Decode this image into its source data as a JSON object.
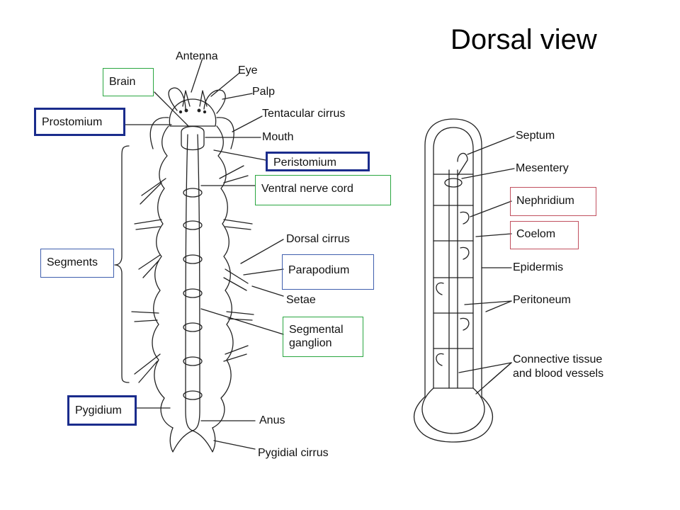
{
  "title": "Dorsal view",
  "colors": {
    "green_box": "#2aa640",
    "blue_box": "#3f5fae",
    "navy_box": "#1a2c8c",
    "red_box": "#c1505f"
  },
  "left_diagram": {
    "labels": {
      "antenna": "Antenna",
      "eye": "Eye",
      "palp": "Palp",
      "tentacular_cirrus": "Tentacular cirrus",
      "mouth": "Mouth",
      "dorsal_cirrus": "Dorsal cirrus",
      "setae": "Setae",
      "anus": "Anus",
      "pygidial_cirrus": "Pygidial cirrus"
    },
    "boxed": {
      "brain": "Brain",
      "prostomium": "Prostomium",
      "peristomium": "Peristomium",
      "ventral_nerve_cord": "Ventral nerve cord",
      "segments": "Segments",
      "parapodium": "Parapodium",
      "segmental_ganglion": "Segmental\nganglion",
      "pygidium": "Pygidium"
    }
  },
  "right_diagram": {
    "labels": {
      "septum": "Septum",
      "mesentery": "Mesentery",
      "epidermis": "Epidermis",
      "peritoneum": "Peritoneum",
      "connective_tissue": "Connective tissue",
      "blood_vessels": "and blood vessels"
    },
    "boxed": {
      "nephridium": "Nephridium",
      "coelom": "Coelom"
    }
  }
}
